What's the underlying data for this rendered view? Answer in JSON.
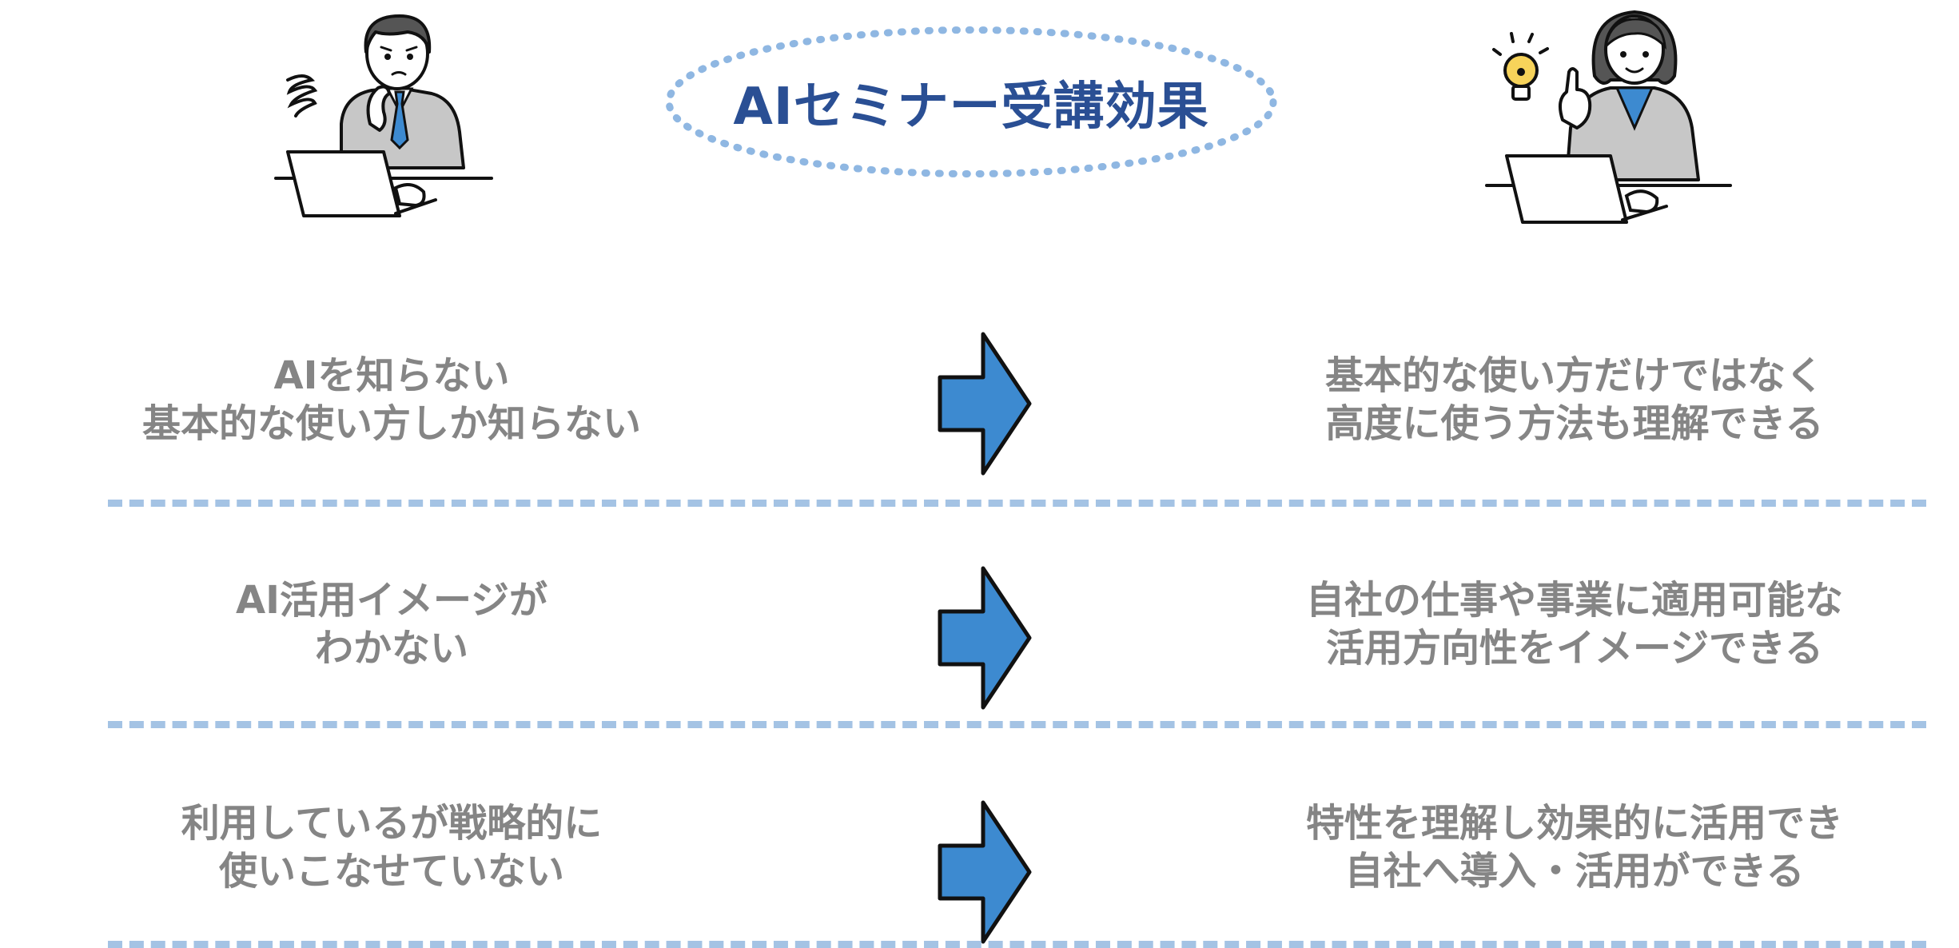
{
  "title": "AIセミナー受講効果",
  "rows": [
    {
      "before": [
        "AIを知らない",
        "基本的な使い方しか知らない"
      ],
      "after": [
        "基本的な使い方だけではなく",
        "高度に使う方法も理解できる"
      ]
    },
    {
      "before": [
        "AI活用イメージが",
        "わかない"
      ],
      "after": [
        "自社の仕事や事業に適用可能な",
        "活用方向性をイメージできる"
      ]
    },
    {
      "before": [
        "利用しているが戦略的に",
        "使いこなせていない"
      ],
      "after": [
        "特性を理解し効果的に活用でき",
        "自社へ導入・活用ができる"
      ]
    }
  ],
  "icons": {
    "left_person": "confused-man-at-laptop-icon",
    "right_person": "inspired-woman-at-laptop-icon",
    "arrow": "right-arrow-icon",
    "bulb": "lightbulb-icon"
  },
  "colors": {
    "title": "#2a4f94",
    "ellipse_dots": "#8fb7e2",
    "text": "#858585",
    "divider": "#a4c3e4",
    "arrow_fill": "#3d8ad0",
    "arrow_stroke": "#111111"
  }
}
